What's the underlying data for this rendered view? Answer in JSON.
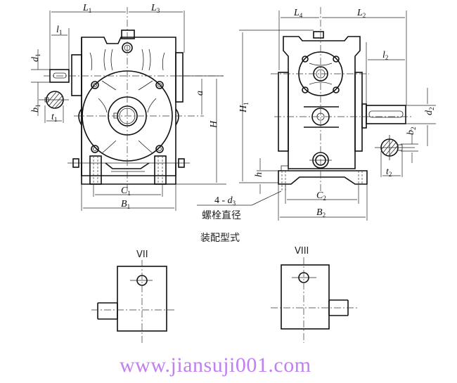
{
  "drawing": {
    "subject": "worm gear reducer outline dimensions",
    "front_view": {
      "dims": {
        "L1": {
          "main": "L",
          "sub": "1"
        },
        "L3": {
          "main": "L",
          "sub": "3"
        },
        "l1": {
          "main": "l",
          "sub": "1"
        },
        "d1": {
          "main": "d",
          "sub": "1"
        },
        "b1": {
          "main": "b",
          "sub": "1"
        },
        "t1": {
          "main": "t",
          "sub": "1"
        },
        "a": {
          "main": "a",
          "sub": ""
        },
        "H": {
          "main": "H",
          "sub": ""
        },
        "C1": {
          "main": "C",
          "sub": "1"
        },
        "B1": {
          "main": "B",
          "sub": "1"
        }
      }
    },
    "side_view": {
      "dims": {
        "L4": {
          "main": "L",
          "sub": "4"
        },
        "L2": {
          "main": "L",
          "sub": "2"
        },
        "l2": {
          "main": "l",
          "sub": "2"
        },
        "H1": {
          "main": "H",
          "sub": "1"
        },
        "d2": {
          "main": "d",
          "sub": "2"
        },
        "b2": {
          "main": "b",
          "sub": "2"
        },
        "t2": {
          "main": "t",
          "sub": "2"
        },
        "h": {
          "main": "h",
          "sub": ""
        },
        "C2": {
          "main": "C",
          "sub": "2"
        },
        "B2": {
          "main": "B",
          "sub": "2"
        }
      }
    },
    "bolt_callout": {
      "count": "4",
      "sep": " - ",
      "main": "d",
      "sub": "3",
      "caption": "螺栓直径"
    },
    "assembly": {
      "title": "装配型式",
      "types": [
        {
          "label": "VII",
          "shaft_side": "left"
        },
        {
          "label": "VIII",
          "shaft_side": "right"
        }
      ]
    }
  },
  "watermark": {
    "text": "www.jiansuji001.com",
    "color": "#c080f0"
  }
}
